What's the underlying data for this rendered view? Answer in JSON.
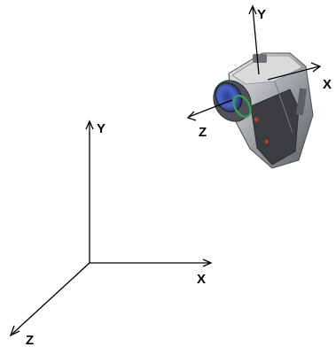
{
  "world_axes": {
    "x_label": "X",
    "y_label": "Y",
    "z_label": "Z"
  },
  "camera_axes": {
    "x_label": "X",
    "y_label": "Y",
    "z_label": "Z"
  },
  "colors": {
    "axis": "#000000",
    "camera_body": "#a9acaf",
    "camera_dark": "#3b3d40",
    "lens_blue": "#4a66c8",
    "lens_green": "#3a9a5a"
  },
  "icons": {
    "camera": "camcorder-icon"
  }
}
